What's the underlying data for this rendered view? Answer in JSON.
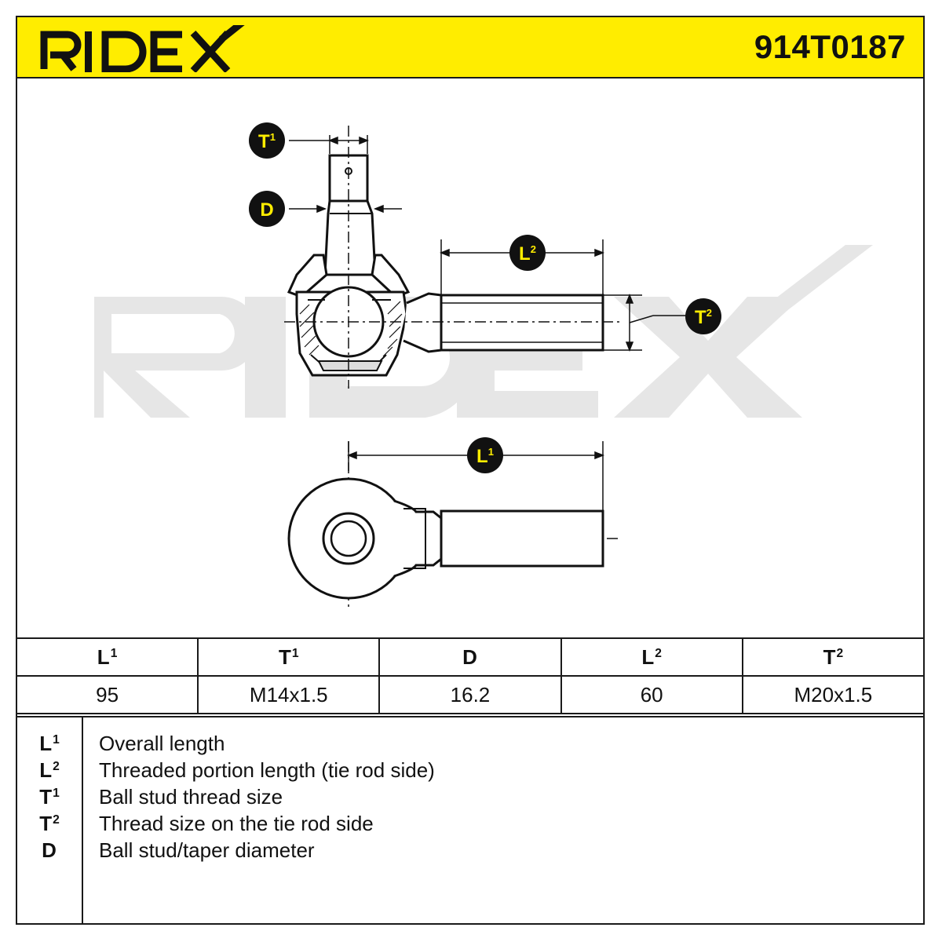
{
  "brand": "RIDEX",
  "part_number": "914T0187",
  "callouts": [
    {
      "sym": "T",
      "idx": "1"
    },
    {
      "sym": "D",
      "idx": ""
    },
    {
      "sym": "L",
      "idx": "2"
    },
    {
      "sym": "T",
      "idx": "2"
    },
    {
      "sym": "L",
      "idx": "1"
    }
  ],
  "table": {
    "headers": [
      {
        "sym": "L",
        "idx": "1"
      },
      {
        "sym": "T",
        "idx": "1"
      },
      {
        "sym": "D",
        "idx": ""
      },
      {
        "sym": "L",
        "idx": "2"
      },
      {
        "sym": "T",
        "idx": "2"
      }
    ],
    "values": [
      "95",
      "M14x1.5",
      "16.2",
      "60",
      "M20x1.5"
    ]
  },
  "legend": [
    {
      "sym": "L",
      "idx": "1",
      "text": "Overall length"
    },
    {
      "sym": "L",
      "idx": "2",
      "text": "Threaded portion length (tie rod side)"
    },
    {
      "sym": "T",
      "idx": "1",
      "text": "Ball stud thread size"
    },
    {
      "sym": "T",
      "idx": "2",
      "text": "Thread size on the tie rod side"
    },
    {
      "sym": "D",
      "idx": "",
      "text": "Ball stud/taper diameter"
    }
  ],
  "colors": {
    "accent": "#ffed00",
    "line": "#1a1a1a",
    "watermark": "#e6e6e6"
  }
}
